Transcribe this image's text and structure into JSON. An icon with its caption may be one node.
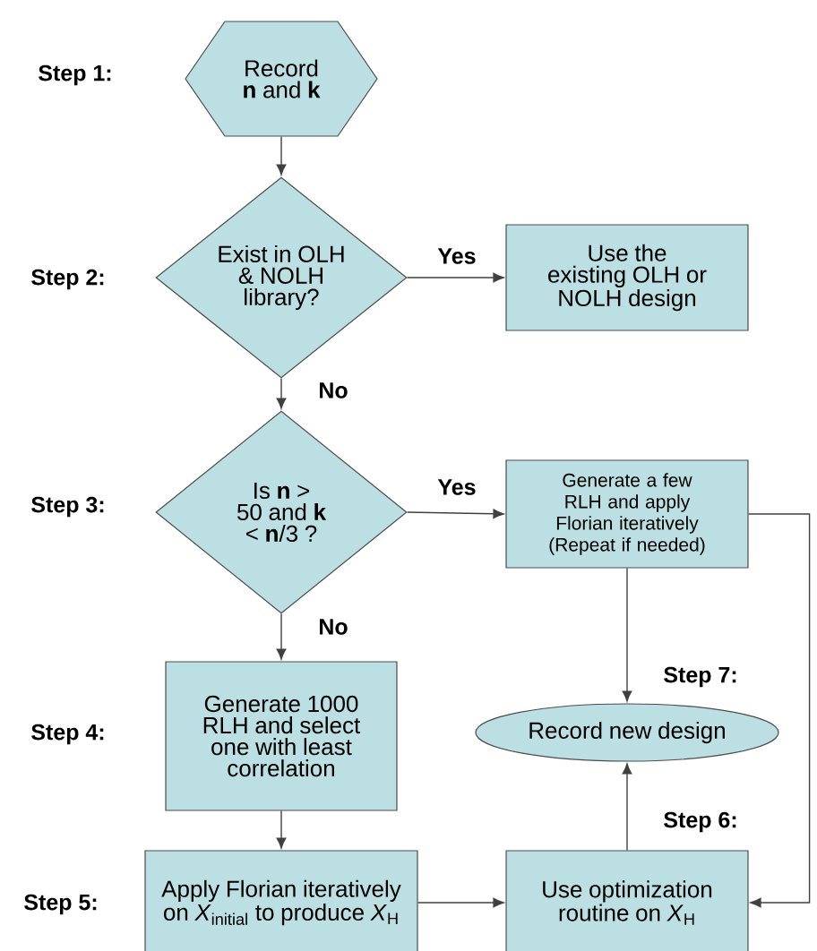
{
  "diagram": {
    "nodes": [
      {
        "text": [
          "Record **n** and **k**"
        ]
      },
      {
        "text": [
          "Exist in OLH & NOLH library?"
        ]
      },
      {
        "text": [
          "Use the existing OLH or NOLH design"
        ]
      },
      {
        "text": [
          "Is **n** > 50 and **k** < **n**/3 ?"
        ]
      },
      {
        "text": [
          "Generate a few RLH and apply Florian iteratively (Repeat if needed)"
        ]
      },
      {
        "text": [
          "Generate 1000 RLH and select one with least correlation"
        ]
      },
      {
        "text": [
          "Record new design"
        ]
      },
      {
        "text": [
          "Apply Florian iteratively on *X*$_{initial}$ to produce *X*$_{H}$"
        ]
      },
      {
        "text": [
          "Use optimization routine on *X*$_{H}$"
        ]
      }
    ],
    "edges": [
      {
        "from": 0,
        "to": 1,
        "arrow": "to"
      },
      {
        "from": 1,
        "to": 2,
        "arrow": "to",
        "label": "Yes"
      },
      {
        "from": 1,
        "to": 3,
        "arrow": "to",
        "label": "No"
      },
      {
        "from": 3,
        "to": 4,
        "arrow": "to",
        "label": "Yes"
      },
      {
        "from": 3,
        "to": 5,
        "arrow": "to",
        "label": "No"
      },
      {
        "from": 5,
        "to": 7,
        "arrow": "to"
      },
      {
        "from": 7,
        "to": 8,
        "arrow": "to"
      },
      {
        "from": 8,
        "to": 6,
        "arrow": "to"
      },
      {
        "from": 4,
        "to": 6,
        "arrow": "to"
      },
      {
        "from": 4,
        "to": 8,
        "arrow": "to"
      }
    ],
    "labels": [
      "Step 1:",
      "Step 2:",
      "Step 3:",
      "Step 7:",
      "Step 4:",
      "Step 6:",
      "Step 5:"
    ]
  }
}
